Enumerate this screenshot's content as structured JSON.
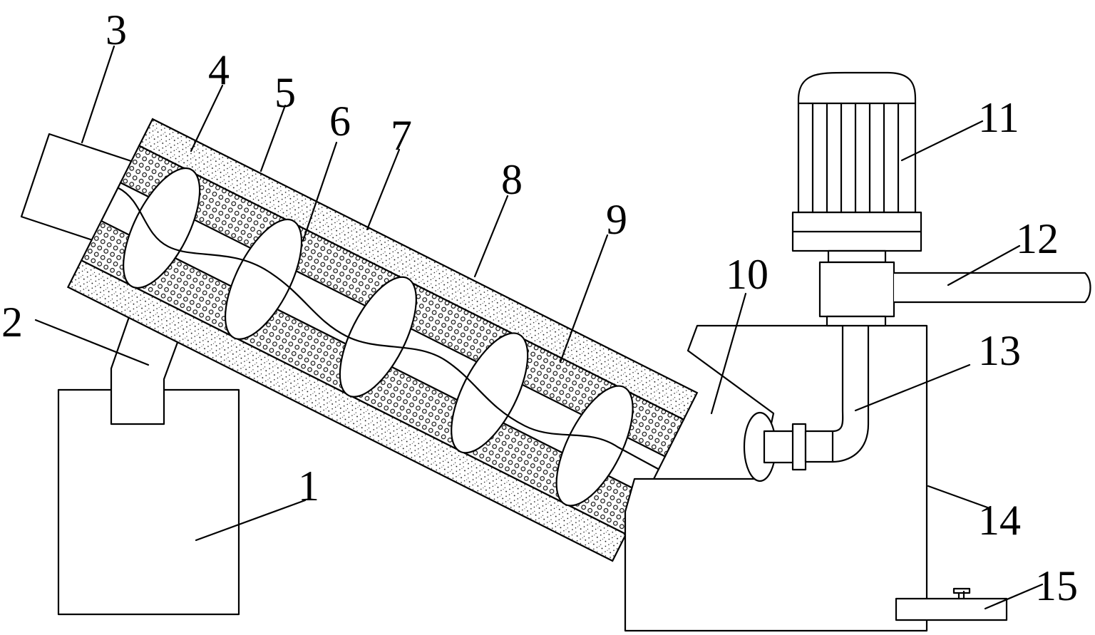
{
  "callouts": {
    "l1": "1",
    "l2": "2",
    "l3": "3",
    "l4": "4",
    "l5": "5",
    "l6": "6",
    "l7": "7",
    "l8": "8",
    "l9": "9",
    "l10": "10",
    "l11": "11",
    "l12": "12",
    "l13": "13",
    "l14": "14",
    "l15": "15"
  },
  "colors": {
    "line": "#000000",
    "background": "#ffffff"
  }
}
